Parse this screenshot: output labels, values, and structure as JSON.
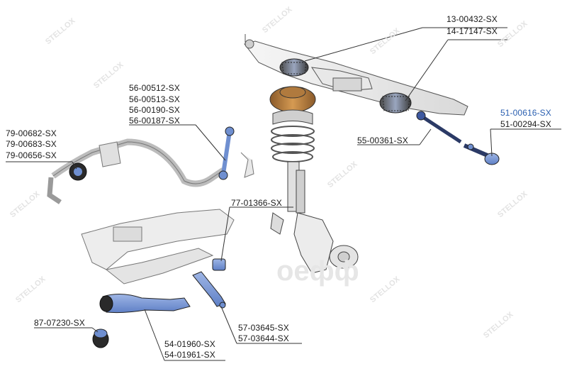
{
  "brand": {
    "watermark_text": "STELLOX",
    "oe_logo_text": "oeфф"
  },
  "colors": {
    "part_highlight": "#6f8fd0",
    "part_outline": "#2b2b2b",
    "line_color": "#333333",
    "label_highlight": "#2a5fb0"
  },
  "callouts": {
    "steering_rack": [
      "13-00432-SX",
      "14-17147-SX"
    ],
    "tie_rod_end": [
      "51-00616-SX",
      "51-00294-SX"
    ],
    "inner_tie_rod": [
      "55-00361-SX"
    ],
    "stabilizer_link": [
      "56-00512-SX",
      "56-00513-SX",
      "56-00190-SX",
      "56-00187-SX"
    ],
    "stabilizer_bushing": [
      "79-00682-SX",
      "79-00683-SX",
      "79-00656-SX"
    ],
    "arm_bushing": [
      "77-01366-SX"
    ],
    "hydro_mount": [
      "87-07230-SX"
    ],
    "lower_arm": [
      "54-01960-SX",
      "54-01961-SX"
    ],
    "front_arm": [
      "57-03645-SX",
      "57-03644-SX"
    ]
  }
}
